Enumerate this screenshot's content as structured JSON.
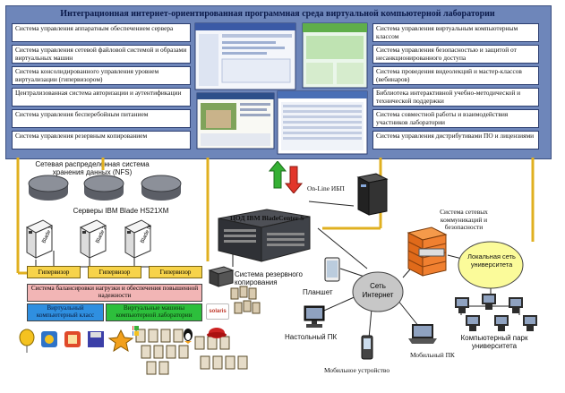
{
  "title": "Интеграционная интернет-ориентированная программная среда виртуальной компьютерной лаборатории",
  "left_boxes": [
    "Система управления аппаратным обеспечением сервера",
    "Система управления сетевой файловой системой и образами виртуальных машин",
    "Система консолидированного управления уровнем виртуализации (гипервизором)",
    "Централизованная система авторизации и аутентификации",
    "Система управления бесперебойным питанием",
    "Система управления резервным копированием"
  ],
  "right_boxes": [
    "Система управления виртуальным компьютерным классом",
    "Система управления безопасностью и защитой от несанкционированного доступа",
    "Система проведения видеолекций и мастер-классов (вебинаров)",
    "Библиотека интерактивной учебно-методической и технической поддержки",
    "Система совместной работы и взаимодействия участников лаборатории",
    "Система управления дистрибутивами ПО и лицензиями"
  ],
  "labels": {
    "nfs": "Сетевая распределенная система хранения данных (NFS)",
    "servers": "Серверы IBM Blade HS21XM",
    "online": "On-Line ИБП",
    "bladecenter": "ЦОД IBM BladeCenter S",
    "security": "Система сетевых коммуникаций и безопасности",
    "local_net": "Локальная сеть университета",
    "backup": "Система резервного копирования",
    "tablet": "Планшет",
    "network": "Сеть Интернет",
    "desktop": "Настольный ПК",
    "mobile_device": "Мобильное устройство",
    "mobile_pc": "Мобильный ПК",
    "park": "Компьютерный парк университета",
    "balancing": "Система балансировки нагрузки и обеспечения повышенной надежности",
    "virtual_class": "Виртуальный компьютерный класс",
    "virtual_machines": "Виртуальные машины компьютерной лаборатории",
    "solaris": "solaris"
  },
  "blades": [
    "Blade 1",
    "Blade 2",
    "Blade N"
  ],
  "hypervisors": [
    "Гипервизор",
    "Гипервизор",
    "Гипервизор"
  ],
  "colors": {
    "panel": "#6e86ba",
    "hypervisor": "#f7d34a",
    "balancing": "#f2b5b5",
    "virtual_class": "#2f8fe0",
    "virtual_machines": "#2dbf3c",
    "connector": "#e0b020",
    "network_node": "#c7c7c7",
    "local_net": "#fbfb9a"
  }
}
